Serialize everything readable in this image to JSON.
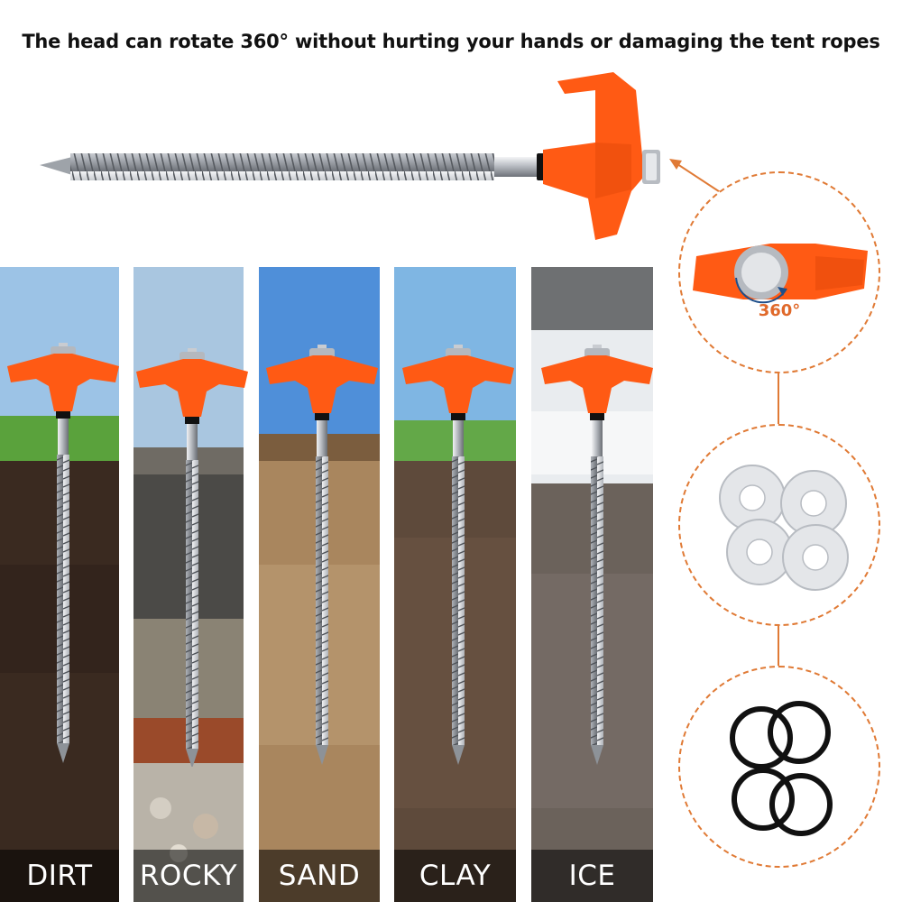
{
  "headline": "The head can rotate 360° without hurting your hands or damaging the tent ropes",
  "rotation_label": "360°",
  "colors": {
    "accent_orange": "#ff5a14",
    "dashed_line": "#e07a35",
    "label_orange": "#e0692a",
    "metal": "#c9ccd1"
  },
  "terrains": [
    {
      "label": "DIRT"
    },
    {
      "label": "ROCKY"
    },
    {
      "label": "SAND"
    },
    {
      "label": "CLAY"
    },
    {
      "label": "ICE"
    }
  ]
}
